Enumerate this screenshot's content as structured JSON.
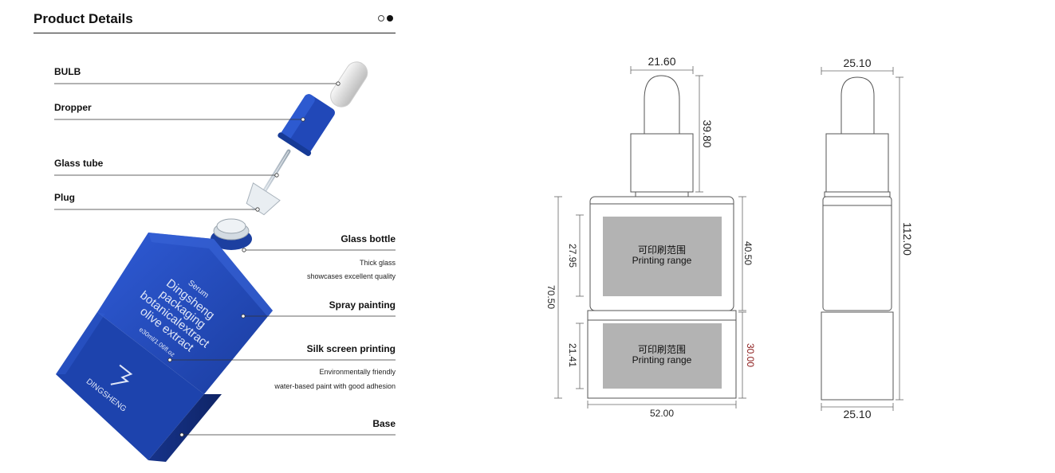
{
  "header": {
    "title": "Product Details",
    "pager": {
      "total": 2,
      "active": 2
    }
  },
  "parts": {
    "bulb": "BULB",
    "dropper": "Dropper",
    "glass_tube": "Glass tube",
    "plug": "Plug",
    "glass_bottle": "Glass bottle",
    "glass_bottle_desc": [
      "Thick glass",
      "showcases excellent quality"
    ],
    "spray_painting": "Spray painting",
    "silk_screen": "Silk screen printing",
    "silk_screen_desc": [
      "Environmentally friendly",
      "water-based paint with good adhesion"
    ],
    "base": "Base"
  },
  "bottle_print": {
    "line1": "Serum",
    "line2": "Dingsheng",
    "line3": "packaging",
    "line4": "botanicalextract",
    "line5": "olive extract",
    "line6": "e30ml/1.06fl.oz",
    "brand": "DINGSHENG"
  },
  "colors": {
    "bottle_blue": "#1f47b5",
    "print_gray": "#b3b3b3",
    "dim_red": "#8b1a1a"
  },
  "drawing": {
    "front": {
      "width_top": "21.60",
      "height_top": "39.80",
      "height_upper": "27.95",
      "height_body": "70.50",
      "height_lower": "21.41",
      "height_right_upper": "40.50",
      "height_right_lower": "30.00",
      "width_bottom": "52.00"
    },
    "side": {
      "width_top": "25.10",
      "height_total": "112.00",
      "width_bottom": "25.10"
    },
    "print_area": {
      "label_cn": "可印刷范围",
      "label_en": "Printing range"
    }
  }
}
